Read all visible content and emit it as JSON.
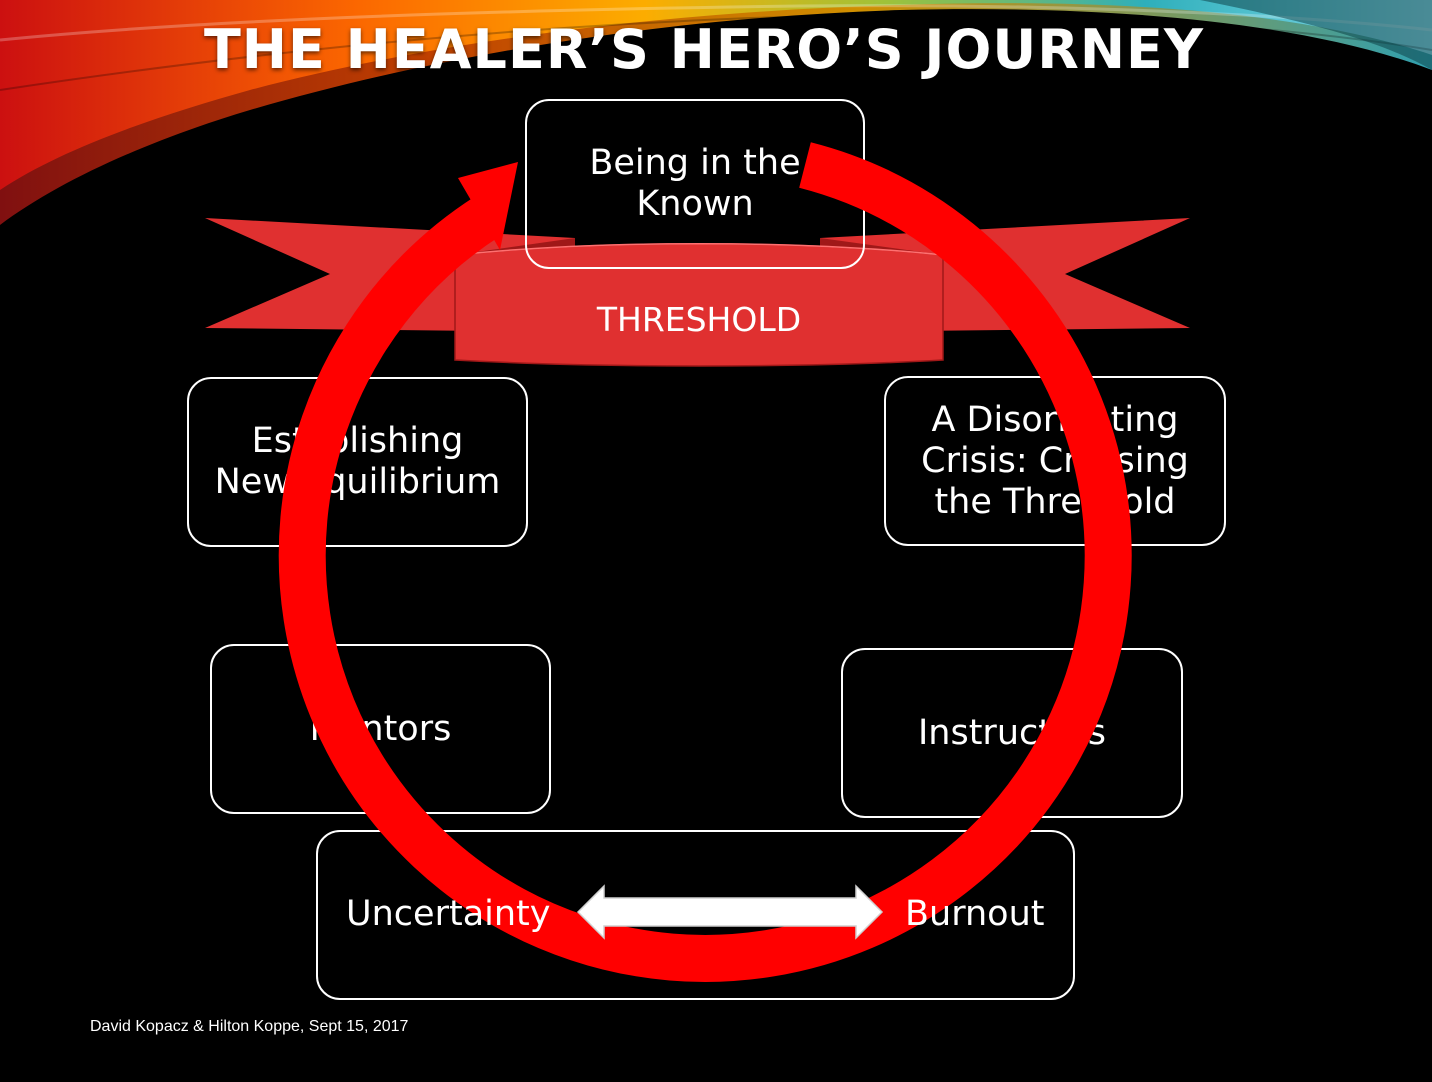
{
  "slide": {
    "title": "THE HEALER’S HERO’S JOURNEY",
    "threshold_label": "THRESHOLD",
    "boxes": {
      "known": "Being in the\nKnown",
      "crisis": "A Disorienting\nCrisis: Crossing\nthe Threshold",
      "equilibrium": "Establishing\nNew Equilibrium",
      "mentors": "Mentors",
      "instructors": "Instructors"
    },
    "bottom": {
      "left_label": "Uncertainty",
      "right_label": "Burnout"
    },
    "footer": "David Kopacz & Hilton Koppe, Sept 15, 2017"
  },
  "colors": {
    "background": "#000000",
    "cycle_arrow": "#ff0000",
    "ribbon": "#e03030",
    "ribbon_dark": "#b02020",
    "text": "#ffffff"
  },
  "icons": {
    "cycle": "circular-arrow-icon",
    "double_arrow": "double-headed-arrow-icon"
  }
}
